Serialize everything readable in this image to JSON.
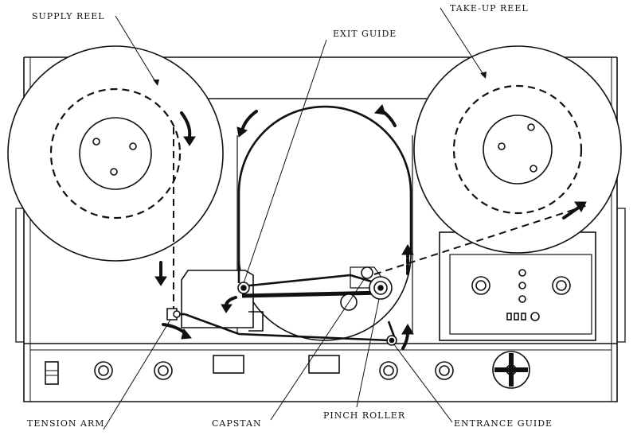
{
  "labels": {
    "supply_reel": "SUPPLY REEL",
    "take_up_reel": "TAKE-UP REEL",
    "exit_guide": "EXIT GUIDE",
    "tension_arm": "TENSION ARM",
    "capstan": "CAPSTAN",
    "pinch_roller": "PINCH ROLLER",
    "entrance_guide": "ENTRANCE GUIDE"
  },
  "colors": {
    "ink": "#111111",
    "paper": "#ffffff",
    "panel": "#ffffff"
  }
}
